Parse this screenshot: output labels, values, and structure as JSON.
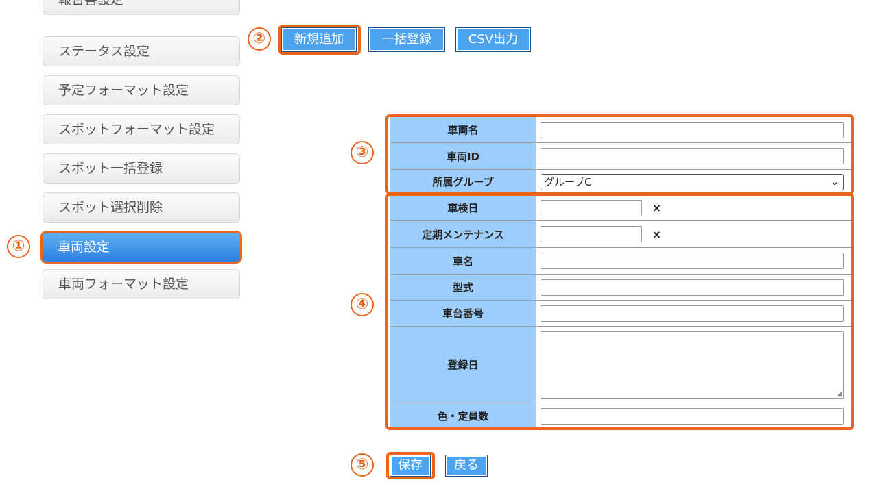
{
  "sidebar": {
    "items": [
      {
        "label": "報告書設定",
        "active": false
      },
      {
        "label": "ステータス設定",
        "active": false
      },
      {
        "label": "予定フォーマット設定",
        "active": false
      },
      {
        "label": "スポットフォーマット設定",
        "active": false
      },
      {
        "label": "スポット一括登録",
        "active": false
      },
      {
        "label": "スポット選択削除",
        "active": false
      },
      {
        "label": "車両設定",
        "active": true
      },
      {
        "label": "車両フォーマット設定",
        "active": false
      }
    ]
  },
  "callouts": [
    "①",
    "②",
    "③",
    "④",
    "⑤"
  ],
  "toolbar": {
    "new_label": "新規追加",
    "bulk_label": "一括登録",
    "csv_label": "CSV出力"
  },
  "form": {
    "vehicle_name_label": "車両名",
    "vehicle_id_label": "車両ID",
    "group_label": "所属グループ",
    "group_value": "グループC",
    "inspection_label": "車検日",
    "maintenance_label": "定期メンテナンス",
    "car_name_label": "車名",
    "model_label": "型式",
    "chassis_label": "車台番号",
    "registered_label": "登録日",
    "color_label": "色・定員数",
    "clear_symbol": "×"
  },
  "footer": {
    "save_label": "保存",
    "back_label": "戻る"
  },
  "colors": {
    "accent": "#e8651b",
    "button_blue": "#4da3ee",
    "label_blue": "#9ccdfb"
  }
}
